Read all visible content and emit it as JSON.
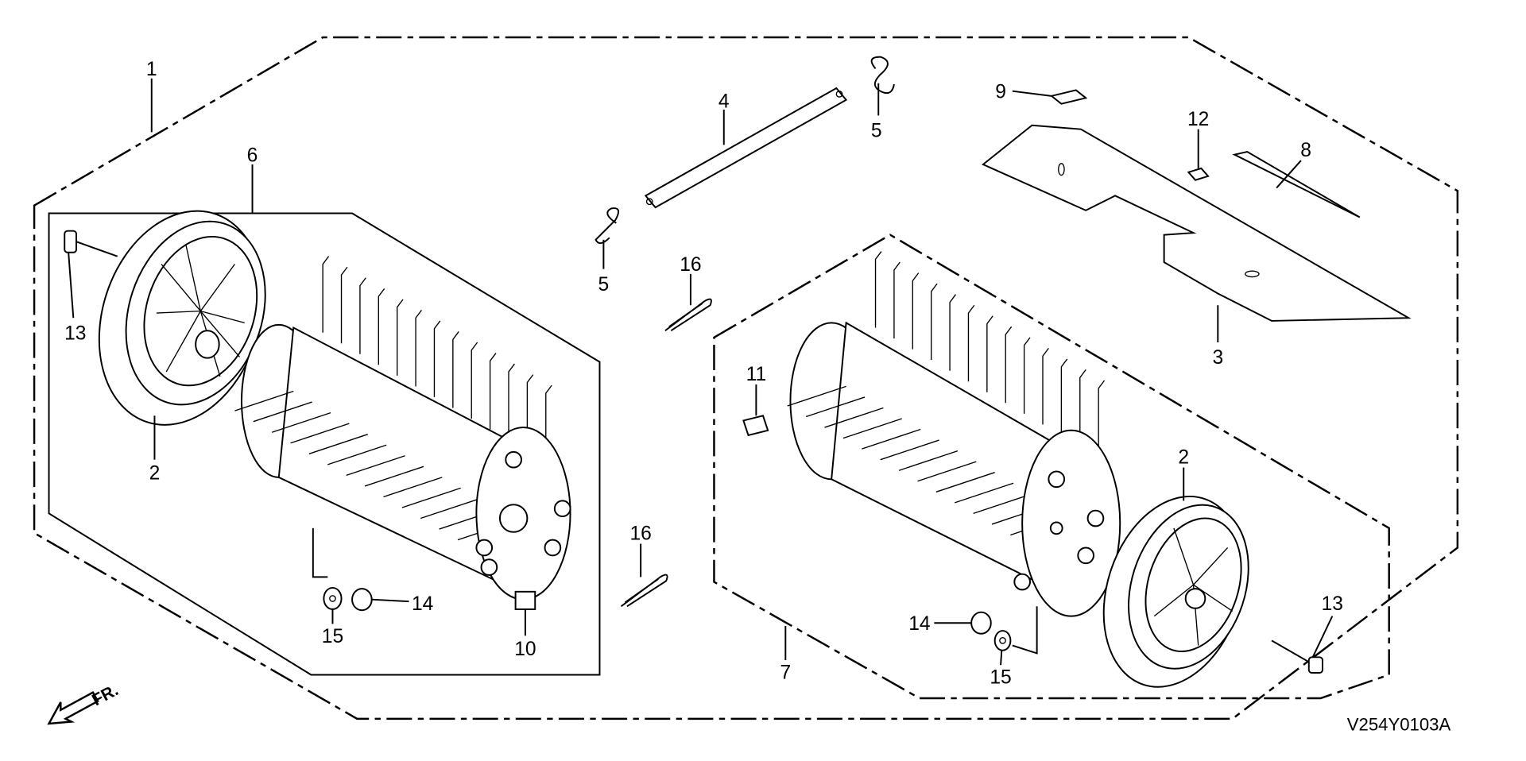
{
  "diagram": {
    "title_code": "V254Y0103A",
    "direction_marker": "FR.",
    "callouts": [
      {
        "id": "c1",
        "label": "1"
      },
      {
        "id": "c6",
        "label": "6"
      },
      {
        "id": "c13a",
        "label": "13"
      },
      {
        "id": "c2a",
        "label": "2"
      },
      {
        "id": "c4",
        "label": "4"
      },
      {
        "id": "c5a",
        "label": "5"
      },
      {
        "id": "c5b",
        "label": "5"
      },
      {
        "id": "c16a",
        "label": "16"
      },
      {
        "id": "c9",
        "label": "9"
      },
      {
        "id": "c12",
        "label": "12"
      },
      {
        "id": "c8",
        "label": "8"
      },
      {
        "id": "c3",
        "label": "3"
      },
      {
        "id": "c11",
        "label": "11"
      },
      {
        "id": "c2b",
        "label": "2"
      },
      {
        "id": "c16b",
        "label": "16"
      },
      {
        "id": "c15a",
        "label": "15"
      },
      {
        "id": "c14a",
        "label": "14"
      },
      {
        "id": "c10",
        "label": "10"
      },
      {
        "id": "c7",
        "label": "7"
      },
      {
        "id": "c14b",
        "label": "14"
      },
      {
        "id": "c15b",
        "label": "15"
      },
      {
        "id": "c13b",
        "label": "13"
      }
    ]
  }
}
